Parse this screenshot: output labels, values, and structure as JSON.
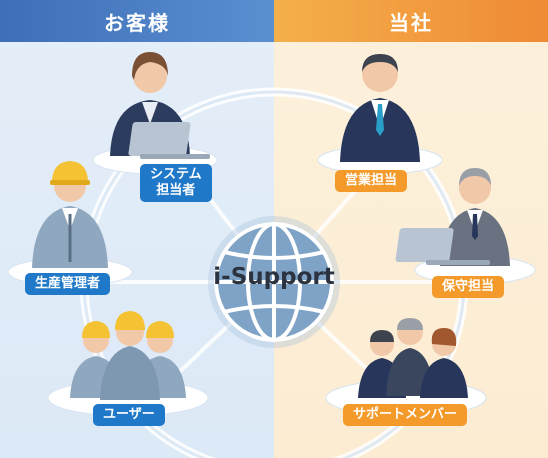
{
  "headers": {
    "customer": "お客様",
    "company": "当社"
  },
  "center": {
    "label": "i-Support"
  },
  "customer_roles": {
    "system": [
      "システム",
      "担当者"
    ],
    "production": "生産管理者",
    "users": "ユーザー"
  },
  "company_roles": {
    "sales": "営業担当",
    "maintenance": "保守担当",
    "support": "サポートメンバー"
  },
  "colors": {
    "customer_accent": "#1f78c8",
    "company_accent": "#f39a2a",
    "globe": "#8fb0cf"
  }
}
